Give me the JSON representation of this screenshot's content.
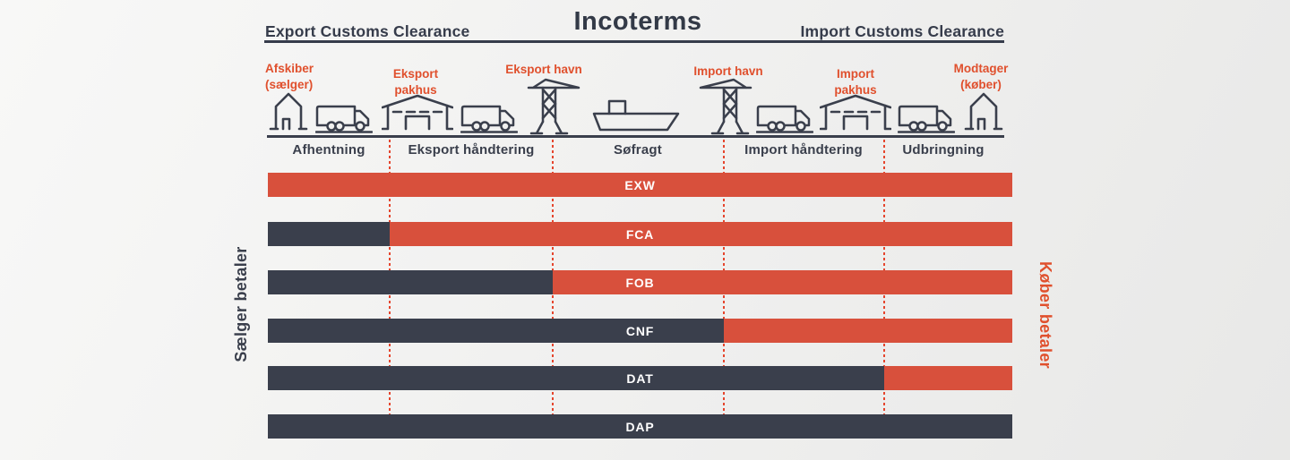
{
  "title": "Incoterms",
  "header": {
    "export_clearance": "Export Customs Clearance",
    "import_clearance": "Import Customs Clearance"
  },
  "locations": [
    {
      "text": "Afskiber\n(sælger)",
      "icon": "house-icon"
    },
    {
      "text": "Eksport\npakhus",
      "icon": "warehouse-icon"
    },
    {
      "text": "Eksport havn",
      "icon": "crane-icon"
    },
    {
      "text": "Import havn",
      "icon": "crane-icon"
    },
    {
      "text": "Import\npakhus",
      "icon": "warehouse-icon"
    },
    {
      "text": "Modtager\n(køber)",
      "icon": "house-icon"
    }
  ],
  "icon_sequence": [
    "house-icon",
    "truck-icon",
    "warehouse-icon",
    "truck-icon",
    "crane-icon",
    "ship-icon",
    "crane-icon",
    "truck-icon",
    "warehouse-icon",
    "truck-icon",
    "house-icon"
  ],
  "stages": [
    "Afhentning",
    "Eksport håndtering",
    "Søfragt",
    "Import håndtering",
    "Udbringning"
  ],
  "side_labels": {
    "seller": "Sælger betaler",
    "buyer": "Køber betaler"
  },
  "colors": {
    "seller_dark": "#3a3f4c",
    "buyer_red": "#d8503c",
    "location_label_red": "#e0502d",
    "divider_red": "#e5452d",
    "text_dark": "#363c4b",
    "background": "#f0f0ef"
  },
  "chart_data": {
    "type": "bar",
    "orientation": "horizontal-stacked",
    "title": "Incoterms",
    "categories_x": [
      "Afhentning",
      "Eksport håndtering",
      "Søfragt",
      "Import håndtering",
      "Udbringning"
    ],
    "legend": {
      "seller": "Sælger betaler",
      "buyer": "Køber betaler"
    },
    "legend_position": "left-and-right-vertical",
    "series": [
      {
        "term": "EXW",
        "seller_stages": 0,
        "buyer_stages": 5
      },
      {
        "term": "FCA",
        "seller_stages": 1,
        "buyer_stages": 4
      },
      {
        "term": "FOB",
        "seller_stages": 2,
        "buyer_stages": 3
      },
      {
        "term": "CNF",
        "seller_stages": 3,
        "buyer_stages": 2
      },
      {
        "term": "DAT",
        "seller_stages": 4,
        "buyer_stages": 1
      },
      {
        "term": "DAP",
        "seller_stages": 5,
        "buyer_stages": 0
      }
    ],
    "notes_top": {
      "left_half": "Export Customs Clearance",
      "right_half": "Import Customs Clearance"
    }
  }
}
